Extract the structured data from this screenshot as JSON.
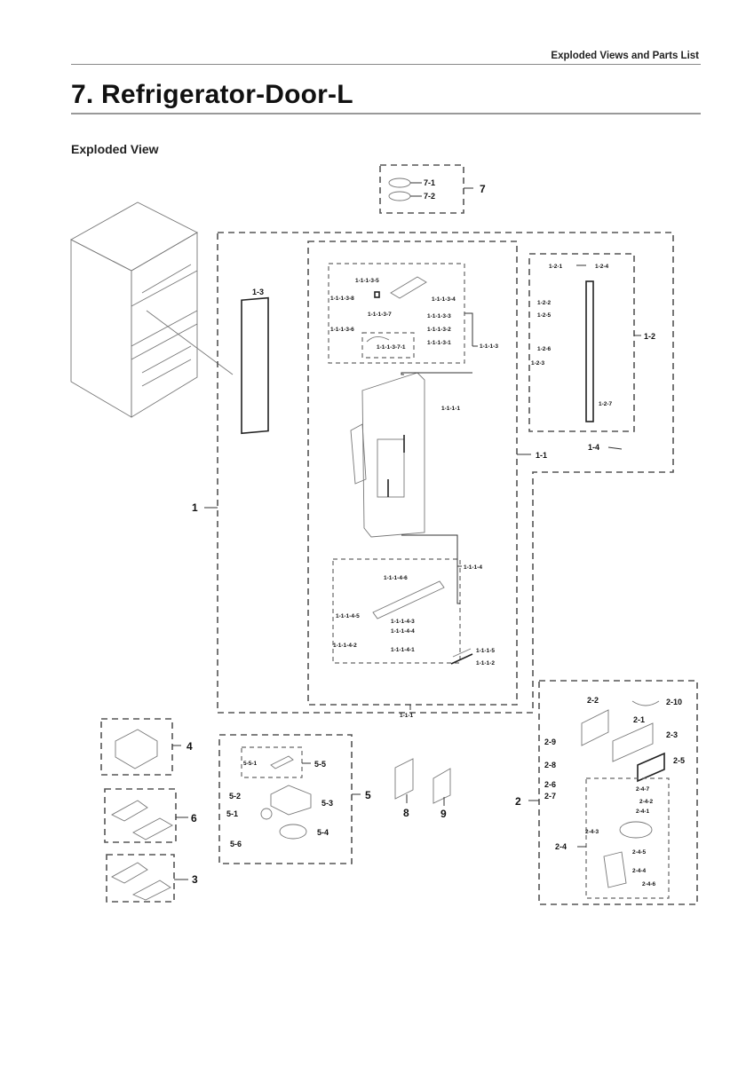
{
  "header": {
    "section_label": "Exploded Views and Parts List",
    "title": "7.  Refrigerator-Door-L",
    "subtitle": "Exploded View"
  },
  "callouts": {
    "g7": {
      "group": "7",
      "items": [
        "7-1",
        "7-2"
      ]
    },
    "g1": {
      "group": "1",
      "door_gasket": "1-3",
      "door_assy": "1-1",
      "door_sub": "1-1-1",
      "top_cap": {
        "group": "1-1-1-3",
        "items": [
          "1-1-1-3-5",
          "1-1-1-3-8",
          "1-1-1-3-7",
          "1-1-1-3-6",
          "1-1-1-3-4",
          "1-1-1-3-3",
          "1-1-1-3-2",
          "1-1-1-3-1"
        ],
        "inner": "1-1-1-3-7-1"
      },
      "door_liner_part": "1-1-1-1",
      "bottom_cap": {
        "group": "1-1-1-4",
        "items": [
          "1-1-1-4-6",
          "1-1-1-4-5",
          "1-1-1-4-3",
          "1-1-1-4-4",
          "1-1-1-4-2",
          "1-1-1-4-1"
        ]
      },
      "misc": [
        "1-1-1-5",
        "1-1-1-2"
      ],
      "handle": {
        "group": "1-2",
        "items": [
          "1-2-1",
          "1-2-4",
          "1-2-2",
          "1-2-5",
          "1-2-6",
          "1-2-3",
          "1-2-7"
        ]
      },
      "screw": "1-4"
    },
    "g2": {
      "group": "2",
      "items": [
        "2-2",
        "2-10",
        "2-1",
        "2-3",
        "2-9",
        "2-5",
        "2-8",
        "2-6",
        "2-7"
      ],
      "sub": {
        "group": "2-4",
        "items": [
          "2-4-7",
          "2-4-2",
          "2-4-1",
          "2-4-3",
          "2-4-5",
          "2-4-4",
          "2-4-6"
        ]
      }
    },
    "g4": "4",
    "g6": "6",
    "g3": "3",
    "g5": {
      "group": "5",
      "sub": {
        "group": "5-5",
        "item": "5-5-1"
      },
      "items": [
        "5-2",
        "5-3",
        "5-1",
        "5-4",
        "5-6"
      ]
    },
    "g8": "8",
    "g9": "9"
  }
}
